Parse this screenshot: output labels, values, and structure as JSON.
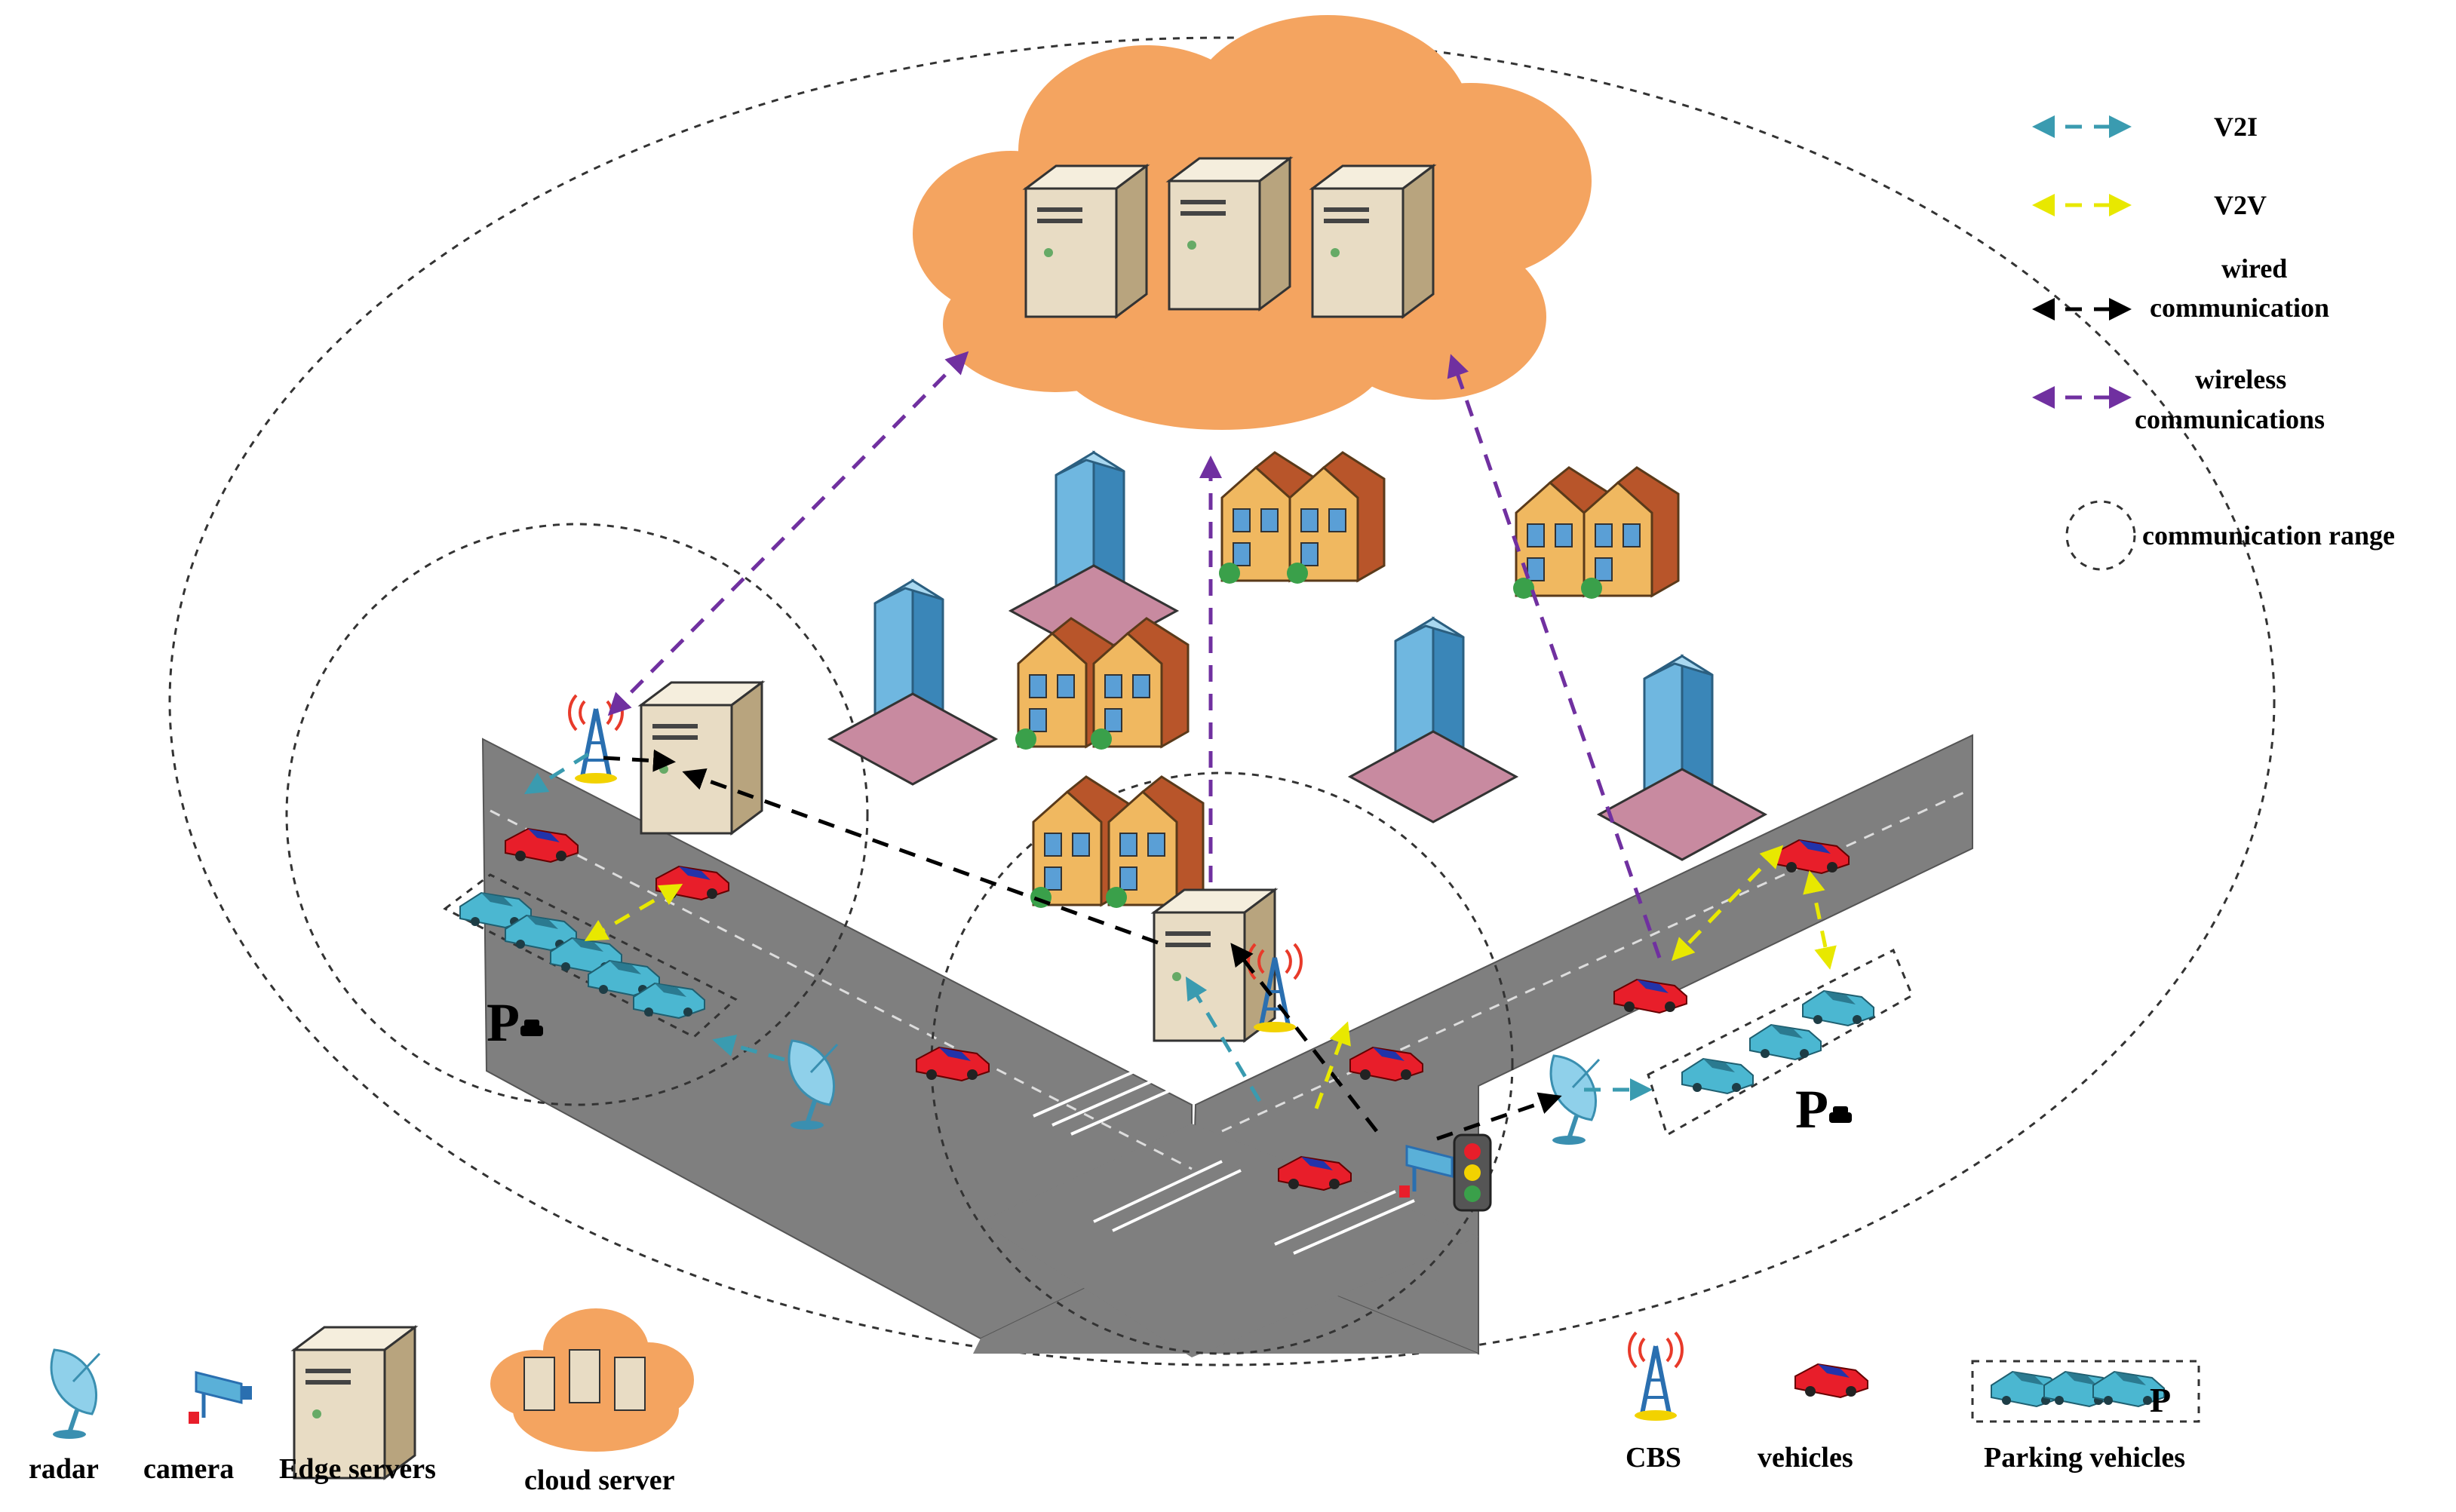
{
  "legend": {
    "v2i": "V2I",
    "v2v": "V2V",
    "wired_line1": "wired",
    "wired_line2": "communication",
    "wireless_line1": "wireless",
    "wireless_line2": "communications",
    "range": "communication range"
  },
  "icons": {
    "radar": "radar",
    "camera": "camera",
    "edge_servers": "Edge servers",
    "cloud_server": "cloud server",
    "cbs": "CBS",
    "vehicles": "vehicles",
    "parking_vehicles": "Parking vehicles"
  },
  "parking_sign": "P",
  "colors": {
    "cloud": "#F4A460",
    "road": "#7f7f7f",
    "v2i": "#3A9BB0",
    "v2v": "#F2F200",
    "wired": "#000000",
    "wireless": "#7030A0",
    "vehicle": "#E81E2A",
    "parked_vehicle": "#4BB7D1"
  }
}
